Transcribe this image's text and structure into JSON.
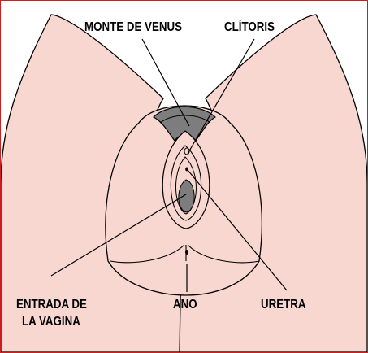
{
  "labels": {
    "mons_pubis": "MONTE DE VENUS",
    "clitoris": "CLÍTORIS",
    "vaginal_opening_line1": "ENTRADA DE",
    "vaginal_opening_line2": "LA VAGINA",
    "anus": "ANO",
    "urethra": "URETRA"
  },
  "colors": {
    "skin": "#f7d7cf",
    "shadow": "#7d7d7d",
    "outline": "#000000",
    "border": "#cc1f1f"
  }
}
